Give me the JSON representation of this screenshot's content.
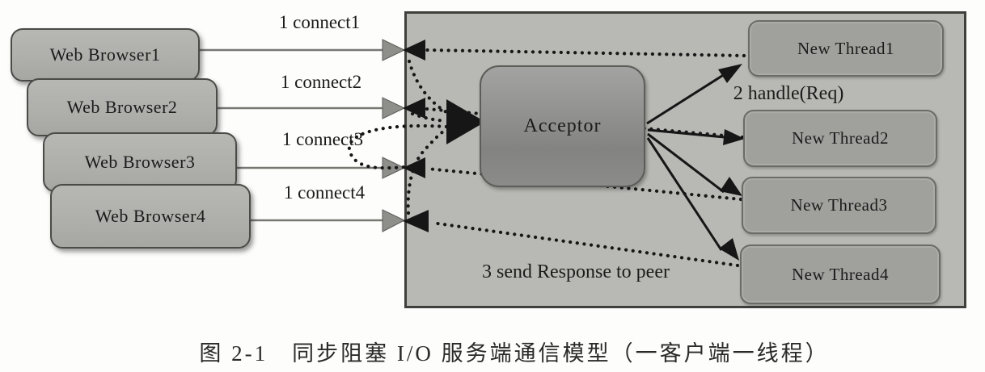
{
  "diagram": {
    "clients": [
      "Web Browser1",
      "Web Browser2",
      "Web Browser3",
      "Web Browser4"
    ],
    "connect_labels": [
      "1 connect1",
      "1 connect2",
      "1 connect3",
      "1 connect4"
    ],
    "server": {
      "acceptor_label": "Acceptor",
      "threads": [
        "New Thread1",
        "New Thread2",
        "New Thread3",
        "New Thread4"
      ],
      "handle_label": "2 handle(Req)",
      "response_label": "3 send Response to peer"
    },
    "caption": "图 2-1　同步阻塞 I/O 服务端通信模型（一客户端一线程）"
  },
  "colors": {
    "panel_fill": "#b8b9b4",
    "panel_border": "#3f3f3c",
    "client_fill": "#aeaeab",
    "thread_fill": "#a0a09d",
    "acceptor_fill_dark": "#838381",
    "gray_line": "#76767374",
    "black_line": "#161616"
  }
}
